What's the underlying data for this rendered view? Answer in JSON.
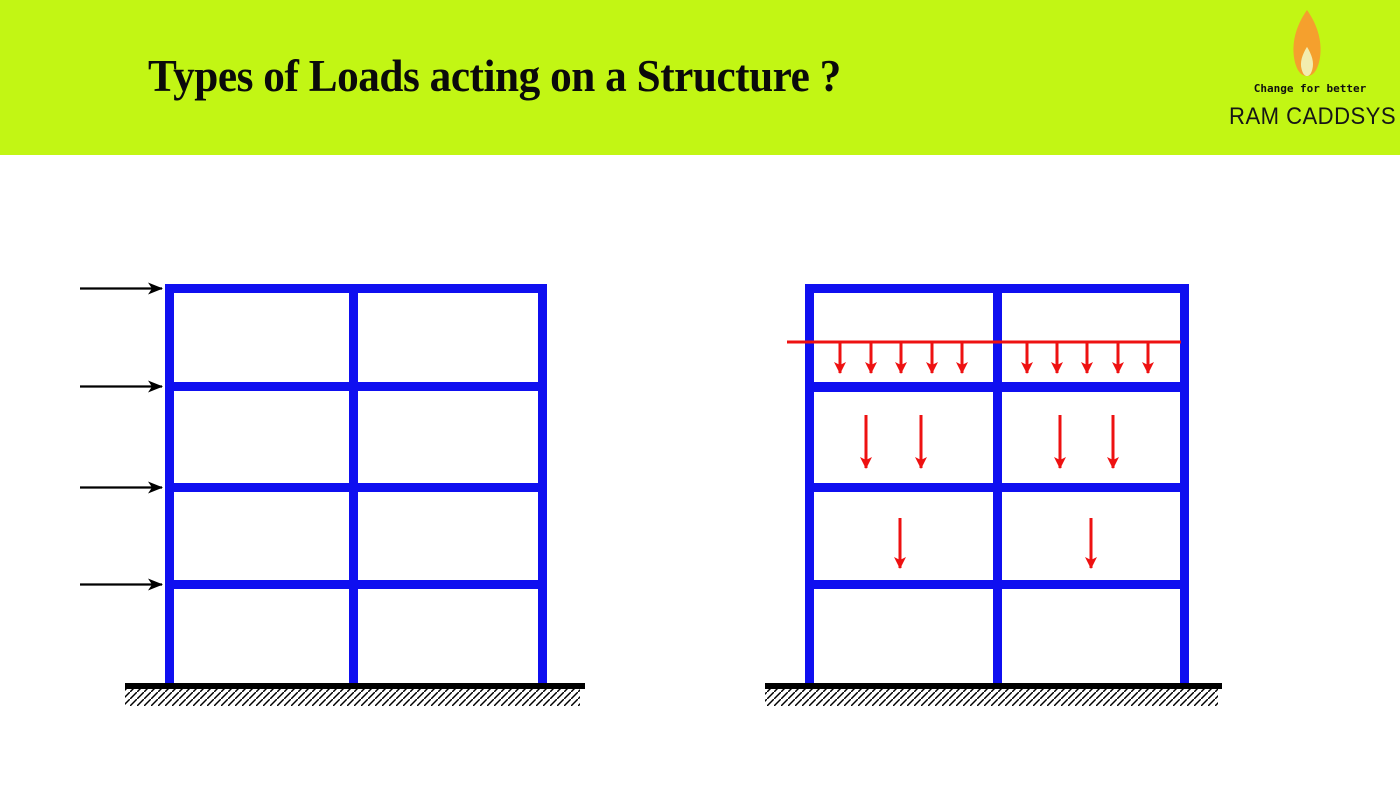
{
  "header": {
    "title": "Types of Loads acting on a Structure ?"
  },
  "logo": {
    "tagline": "Change for better",
    "brand": "RAM CADDSYS",
    "flame_icon": "flame-icon"
  },
  "colors": {
    "header_green": "#c2f614",
    "frame_blue": "#0f0ff0",
    "load_red": "#ee1111",
    "flame_orange": "#f5a02d",
    "flame_inner": "#f2edae",
    "ink": "#0a0a0a",
    "ground_black": "#000000"
  },
  "figures": {
    "left_diagram": {
      "label": "frame-with-lateral-loads",
      "stories": 4,
      "bays": 2,
      "lateral_arrow_count": 4,
      "arrow_color": "black",
      "arrow_direction": "right"
    },
    "right_diagram": {
      "label": "frame-with-vertical-loads",
      "stories": 4,
      "bays": 2,
      "roof_distributed_arrow_count": 10,
      "mid_story_arrow_count": 4,
      "lower_story_arrow_count": 2,
      "arrow_color": "red",
      "arrow_direction": "down"
    }
  }
}
